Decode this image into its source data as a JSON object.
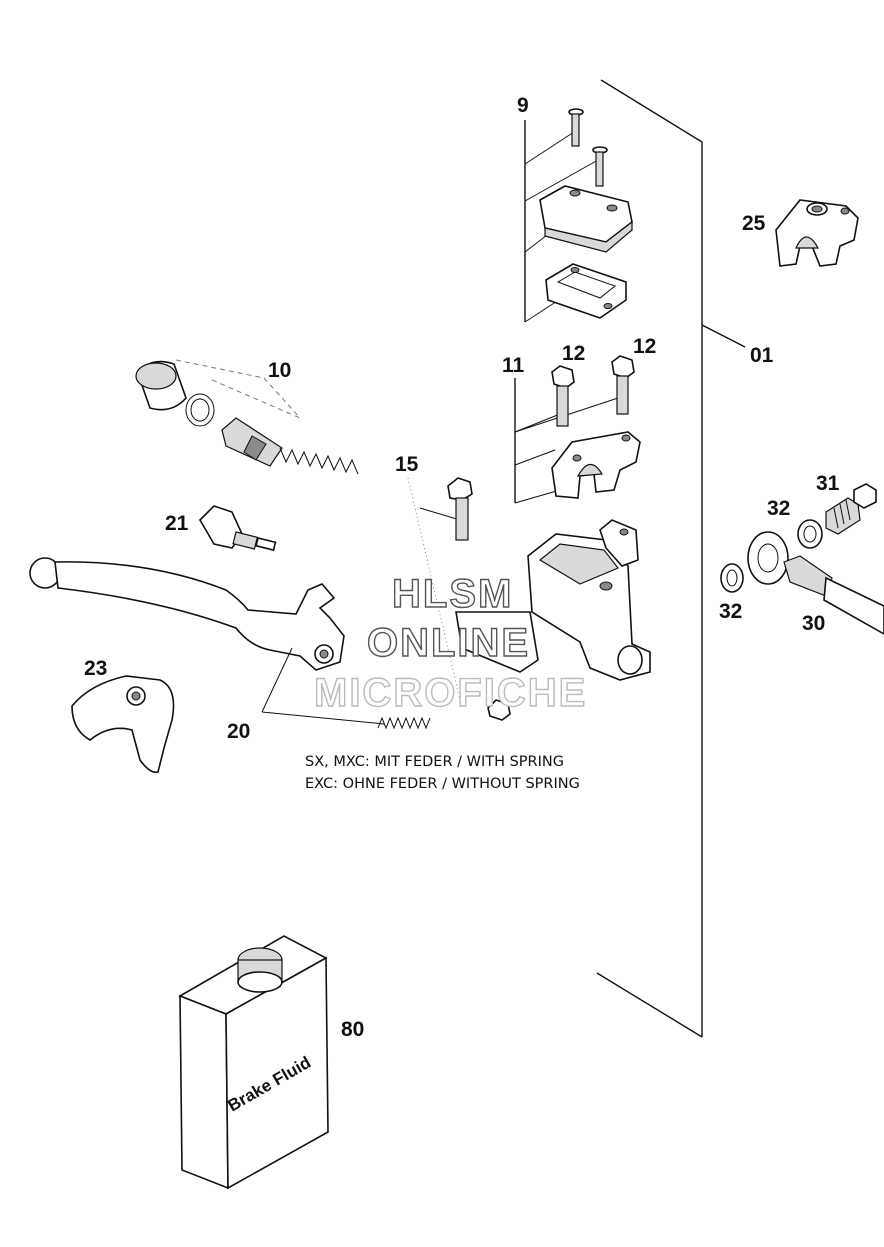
{
  "callouts": {
    "c9": "9",
    "c25": "25",
    "c01": "01",
    "c10": "10",
    "c11": "11",
    "c12a": "12",
    "c12b": "12",
    "c15": "15",
    "c31": "31",
    "c32a": "32",
    "c32b": "32",
    "c21": "21",
    "c30": "30",
    "c23": "23",
    "c20": "20",
    "c80": "80"
  },
  "notes": {
    "line1": "SX, MXC: MIT FEDER / WITH SPRING",
    "line2": "EXC: OHNE FEDER / WITHOUT SPRING"
  },
  "watermark": {
    "line1": "HLSM",
    "line2": "ONLINE",
    "line3": "MICROFICHE"
  },
  "can_label": "Brake Fluid"
}
